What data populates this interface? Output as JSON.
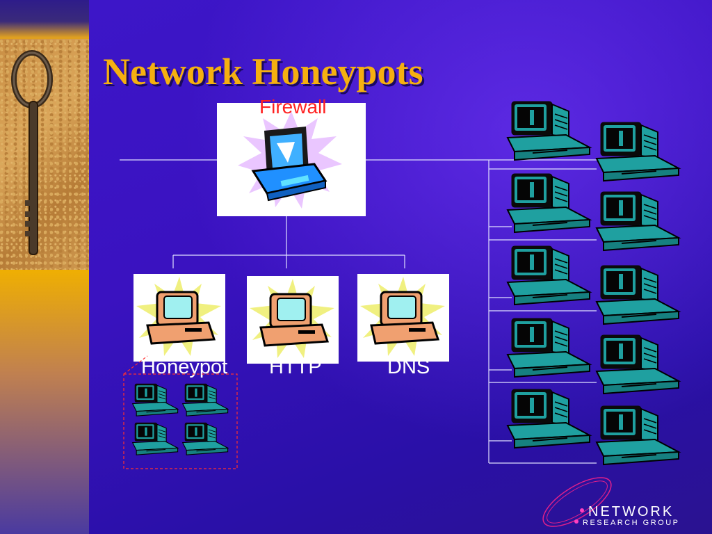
{
  "slide": {
    "title": "Network Honeypots"
  },
  "diagram": {
    "firewall_label": "Firewall",
    "server_labels": [
      "Honeypot",
      "HTTP",
      "DNS"
    ]
  },
  "logo": {
    "line1": "NETWORK",
    "line2": "RESEARCH GROUP"
  },
  "colors": {
    "title": "#f5b010",
    "firewall_label": "#ff2020",
    "background": "#3a12c0",
    "client_screen": "#1fa0a0",
    "server_body": "#f0a070",
    "honeypot_border": "#ff3030"
  }
}
